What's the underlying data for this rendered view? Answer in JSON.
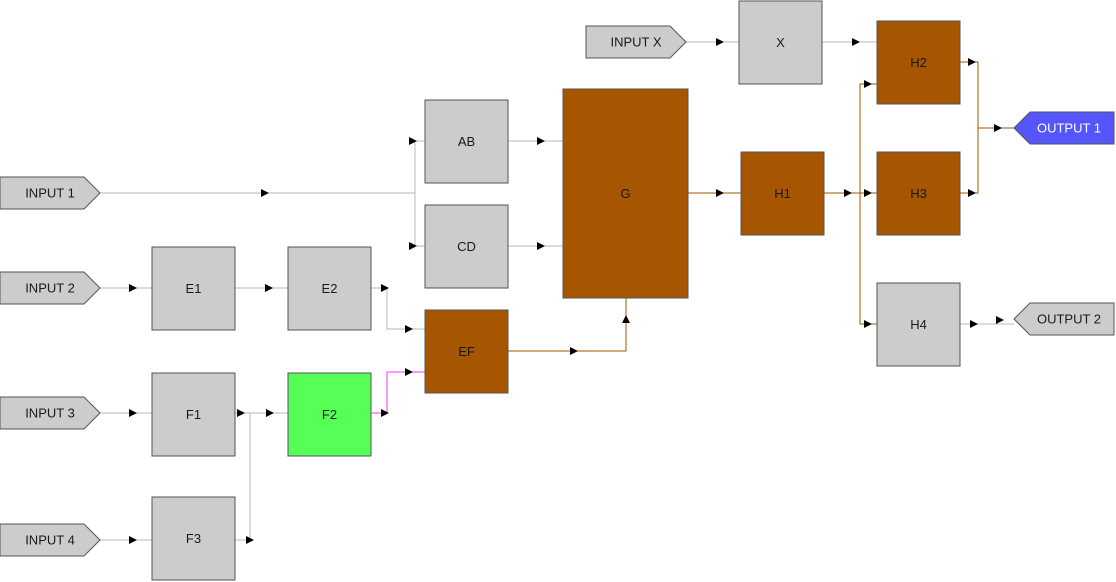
{
  "colors": {
    "neutral_block": "#cccccc",
    "active_block": "#a65500",
    "highlight_block": "#55ff55",
    "output_active": "#5555ff",
    "wire_neutral": "#b8b8b8",
    "wire_active": "#a65500",
    "wire_highlight": "#ff33ff",
    "arrow": "#000000"
  },
  "inputs": [
    {
      "id": "in1",
      "label": "INPUT 1"
    },
    {
      "id": "in2",
      "label": "INPUT 2"
    },
    {
      "id": "in3",
      "label": "INPUT 3"
    },
    {
      "id": "in4",
      "label": "INPUT 4"
    },
    {
      "id": "inx",
      "label": "INPUT X"
    }
  ],
  "outputs": [
    {
      "id": "out1",
      "label": "OUTPUT 1",
      "state": "active"
    },
    {
      "id": "out2",
      "label": "OUTPUT 2",
      "state": "neutral"
    }
  ],
  "blocks": [
    {
      "id": "ab",
      "label": "AB",
      "state": "neutral"
    },
    {
      "id": "cd",
      "label": "CD",
      "state": "neutral"
    },
    {
      "id": "e1",
      "label": "E1",
      "state": "neutral"
    },
    {
      "id": "e2",
      "label": "E2",
      "state": "neutral"
    },
    {
      "id": "f1",
      "label": "F1",
      "state": "neutral"
    },
    {
      "id": "f2",
      "label": "F2",
      "state": "highlight"
    },
    {
      "id": "f3",
      "label": "F3",
      "state": "neutral"
    },
    {
      "id": "ef",
      "label": "EF",
      "state": "active"
    },
    {
      "id": "g",
      "label": "G",
      "state": "active"
    },
    {
      "id": "x",
      "label": "X",
      "state": "neutral"
    },
    {
      "id": "h1",
      "label": "H1",
      "state": "active"
    },
    {
      "id": "h2",
      "label": "H2",
      "state": "active"
    },
    {
      "id": "h3",
      "label": "H3",
      "state": "active"
    },
    {
      "id": "h4",
      "label": "H4",
      "state": "neutral"
    }
  ]
}
